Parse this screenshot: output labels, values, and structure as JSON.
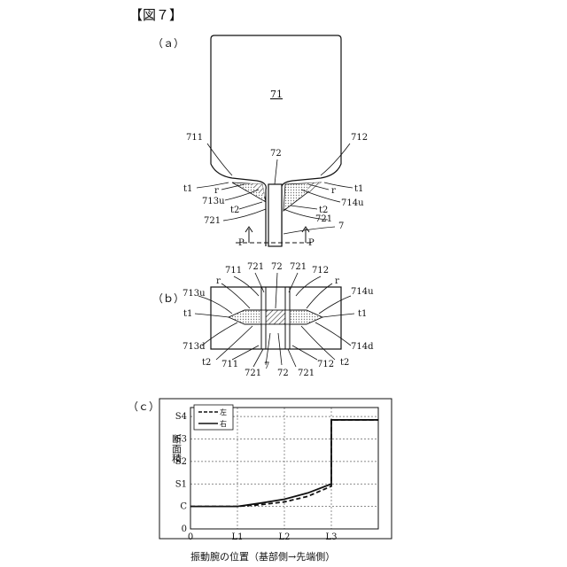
{
  "figure": {
    "title": "【図７】",
    "panels": {
      "a": "（ａ）",
      "b": "（ｂ）",
      "c": "（ｃ）"
    }
  },
  "panel_a": {
    "labels": {
      "body": "71",
      "stem": "72",
      "left_edge": "711",
      "right_edge": "712",
      "t1_left": "t1",
      "t1_right": "t1",
      "r_left": "r",
      "r_right": "r",
      "left_u": "713u",
      "right_u": "714u",
      "t2_left": "t2",
      "t2_right": "t2",
      "s721_left": "721",
      "s721_right": "721",
      "seven": "7",
      "p_left": "P",
      "p_right": "P"
    }
  },
  "panel_b": {
    "labels": {
      "top_711": "711",
      "top_721a": "721",
      "top_72": "72",
      "top_721b": "721",
      "top_712": "712",
      "top_r": "r",
      "r_left": "r",
      "l713u": "713u",
      "t1_left": "t1",
      "l713d": "713d",
      "t2_left": "t2",
      "r714u": "714u",
      "t1_right": "t1",
      "r714d": "714d",
      "t2_right": "t2",
      "bot_711": "711",
      "bot_721a": "721",
      "bot_7": "7",
      "bot_72": "72",
      "bot_721b": "721",
      "bot_712": "712"
    }
  },
  "chart_data": {
    "type": "line",
    "title": "",
    "xlabel": "振動腕の位置（基部側→先端側）",
    "ylabel": "断面積",
    "x_ticks": [
      "0",
      "L1",
      "L2",
      "L3"
    ],
    "y_ticks": [
      "0",
      "C",
      "S1",
      "S2",
      "S3",
      "S4"
    ],
    "x_tick_values": [
      0,
      1,
      2,
      3
    ],
    "y_tick_values": [
      0,
      1,
      2,
      3,
      4,
      5
    ],
    "xlim": [
      0,
      4
    ],
    "ylim": [
      0,
      5.4
    ],
    "grid": true,
    "legend_position": "top-left",
    "series": [
      {
        "name": "左",
        "style": "dashed",
        "x": [
          0,
          1,
          1.5,
          2,
          2.5,
          3,
          3,
          4
        ],
        "y": [
          1,
          1,
          1.08,
          1.2,
          1.45,
          1.9,
          4.85,
          4.85
        ]
      },
      {
        "name": "右",
        "style": "solid",
        "x": [
          0,
          1,
          1.5,
          2,
          2.5,
          3,
          3,
          4
        ],
        "y": [
          1,
          1,
          1.15,
          1.32,
          1.6,
          2.0,
          4.85,
          4.85
        ]
      }
    ]
  }
}
